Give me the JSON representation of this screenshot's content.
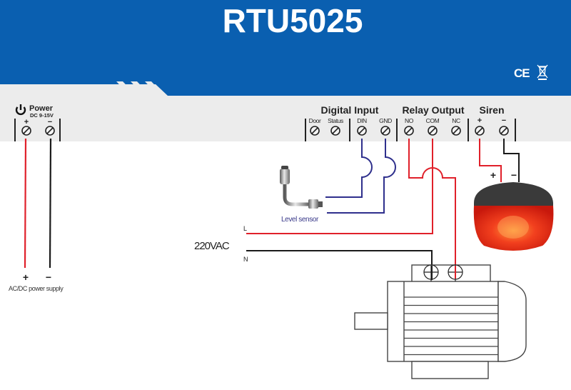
{
  "header": {
    "title": "RTU5025",
    "certifications": [
      "CE",
      "WEEE"
    ],
    "brand_color": "#0a5fb0",
    "strip_color": "#ececec"
  },
  "power": {
    "label": "Power",
    "rating": "DC 9-15V",
    "terminals": [
      "+",
      "−"
    ],
    "supply_plus": "+",
    "supply_minus": "−",
    "supply_label": "AC/DC power supply"
  },
  "digital_input": {
    "label": "Digital Input",
    "terminals": [
      "Door",
      "Status",
      "DIN",
      "GND"
    ]
  },
  "relay_output": {
    "label": "Relay Output",
    "terminals": [
      "NO",
      "COM",
      "NC"
    ]
  },
  "siren": {
    "label": "Siren",
    "terminals": [
      "+",
      "−"
    ],
    "wire_plus": "+",
    "wire_minus": "−"
  },
  "level_sensor": {
    "label": "Level sensor"
  },
  "mains": {
    "label": "220VAC",
    "line": "L",
    "neutral": "N"
  },
  "colors": {
    "wire_red": "#e0202a",
    "wire_black": "#1a1a1a",
    "wire_blue": "#2e2f8c",
    "label_blue": "#3a3a8a"
  }
}
